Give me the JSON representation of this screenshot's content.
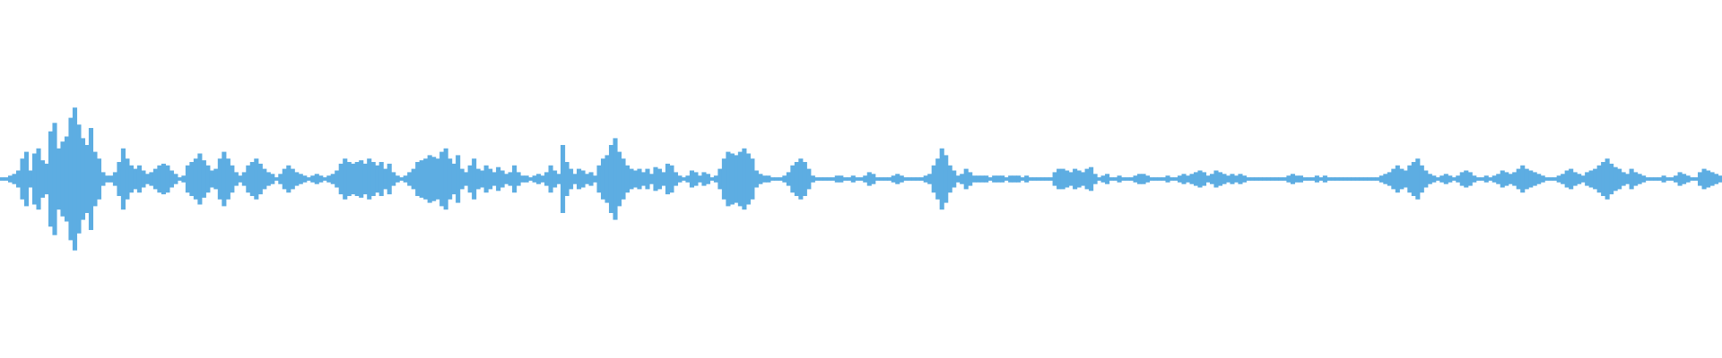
{
  "colors": {
    "background": "#ffffff",
    "waveform": "#5DADE2"
  },
  "waveform": {
    "amplitudes": [
      0.01,
      0.01,
      0.02,
      0.03,
      0.05,
      0.12,
      0.16,
      0.05,
      0.15,
      0.18,
      0.11,
      0.09,
      0.28,
      0.33,
      0.18,
      0.22,
      0.25,
      0.36,
      0.42,
      0.32,
      0.24,
      0.2,
      0.3,
      0.16,
      0.12,
      0.04,
      0.02,
      0.02,
      0.04,
      0.1,
      0.18,
      0.12,
      0.08,
      0.06,
      0.08,
      0.05,
      0.03,
      0.04,
      0.06,
      0.08,
      0.09,
      0.08,
      0.05,
      0.03,
      0.01,
      0.02,
      0.08,
      0.1,
      0.12,
      0.15,
      0.11,
      0.08,
      0.05,
      0.06,
      0.12,
      0.16,
      0.12,
      0.08,
      0.04,
      0.02,
      0.04,
      0.08,
      0.1,
      0.12,
      0.09,
      0.06,
      0.04,
      0.03,
      0.01,
      0.03,
      0.06,
      0.08,
      0.06,
      0.04,
      0.03,
      0.02,
      0.01,
      0.02,
      0.03,
      0.02,
      0.01,
      0.02,
      0.03,
      0.05,
      0.09,
      0.12,
      0.1,
      0.09,
      0.1,
      0.11,
      0.09,
      0.12,
      0.1,
      0.08,
      0.1,
      0.06,
      0.09,
      0.04,
      0.02,
      0.01,
      0.02,
      0.04,
      0.06,
      0.1,
      0.11,
      0.12,
      0.14,
      0.13,
      0.12,
      0.16,
      0.18,
      0.12,
      0.09,
      0.14,
      0.06,
      0.04,
      0.08,
      0.12,
      0.06,
      0.05,
      0.08,
      0.06,
      0.04,
      0.07,
      0.05,
      0.03,
      0.04,
      0.08,
      0.04,
      0.02,
      0.02,
      0.01,
      0.02,
      0.03,
      0.02,
      0.04,
      0.08,
      0.05,
      0.03,
      0.2,
      0.1,
      0.06,
      0.03,
      0.06,
      0.05,
      0.03,
      0.04,
      0.02,
      0.08,
      0.12,
      0.14,
      0.2,
      0.24,
      0.16,
      0.12,
      0.08,
      0.06,
      0.05,
      0.06,
      0.04,
      0.06,
      0.03,
      0.07,
      0.06,
      0.04,
      0.09,
      0.08,
      0.04,
      0.02,
      0.01,
      0.02,
      0.05,
      0.04,
      0.02,
      0.04,
      0.03,
      0.01,
      0.02,
      0.06,
      0.12,
      0.16,
      0.15,
      0.14,
      0.16,
      0.18,
      0.15,
      0.12,
      0.05,
      0.03,
      0.02,
      0.02,
      0.01,
      0.01,
      0.01,
      0.02,
      0.04,
      0.08,
      0.1,
      0.12,
      0.1,
      0.06,
      0.02,
      0.01,
      0.01,
      0.01,
      0.01,
      0.01,
      0.02,
      0.02,
      0.01,
      0.01,
      0.02,
      0.01,
      0.01,
      0.02,
      0.04,
      0.03,
      0.01,
      0.01,
      0.01,
      0.01,
      0.02,
      0.03,
      0.02,
      0.01,
      0.01,
      0.01,
      0.01,
      0.01,
      0.02,
      0.03,
      0.08,
      0.12,
      0.18,
      0.14,
      0.08,
      0.05,
      0.02,
      0.03,
      0.06,
      0.04,
      0.02,
      0.02,
      0.02,
      0.02,
      0.01,
      0.02,
      0.02,
      0.02,
      0.01,
      0.02,
      0.02,
      0.02,
      0.01,
      0.02,
      0.01,
      0.01,
      0.01,
      0.01,
      0.01,
      0.01,
      0.04,
      0.06,
      0.06,
      0.05,
      0.04,
      0.06,
      0.05,
      0.04,
      0.06,
      0.07,
      0.03,
      0.01,
      0.02,
      0.03,
      0.01,
      0.01,
      0.02,
      0.01,
      0.01,
      0.01,
      0.02,
      0.03,
      0.03,
      0.02,
      0.01,
      0.01,
      0.01,
      0.01,
      0.02,
      0.01,
      0.01,
      0.02,
      0.03,
      0.02,
      0.03,
      0.04,
      0.05,
      0.04,
      0.02,
      0.03,
      0.05,
      0.04,
      0.03,
      0.02,
      0.03,
      0.02,
      0.03,
      0.02,
      0.01,
      0.01,
      0.01,
      0.01,
      0.01,
      0.01,
      0.01,
      0.01,
      0.01,
      0.01,
      0.02,
      0.03,
      0.02,
      0.02,
      0.01,
      0.01,
      0.01,
      0.02,
      0.01,
      0.02,
      0.01,
      0.01,
      0.01,
      0.01,
      0.01,
      0.01,
      0.01,
      0.01,
      0.01,
      0.01,
      0.01,
      0.01,
      0.01,
      0.02,
      0.03,
      0.04,
      0.06,
      0.08,
      0.06,
      0.05,
      0.08,
      0.1,
      0.12,
      0.08,
      0.05,
      0.03,
      0.02,
      0.01,
      0.02,
      0.03,
      0.02,
      0.01,
      0.02,
      0.04,
      0.05,
      0.04,
      0.02,
      0.01,
      0.01,
      0.02,
      0.01,
      0.02,
      0.03,
      0.05,
      0.04,
      0.03,
      0.04,
      0.06,
      0.08,
      0.06,
      0.05,
      0.04,
      0.03,
      0.02,
      0.01,
      0.01,
      0.01,
      0.02,
      0.03,
      0.05,
      0.06,
      0.04,
      0.03,
      0.02,
      0.04,
      0.05,
      0.06,
      0.08,
      0.1,
      0.12,
      0.09,
      0.07,
      0.06,
      0.04,
      0.03,
      0.06,
      0.04,
      0.03,
      0.02,
      0.01,
      0.01,
      0.01,
      0.01,
      0.02,
      0.01,
      0.01,
      0.02,
      0.04,
      0.03,
      0.02,
      0.01,
      0.01,
      0.04,
      0.06,
      0.05,
      0.04,
      0.03,
      0.02
    ]
  }
}
